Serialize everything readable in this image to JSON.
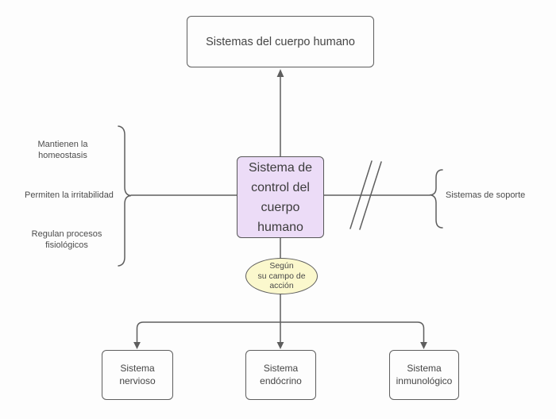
{
  "diagram": {
    "title": "Sistemas del cuerpo humano",
    "colors": {
      "background": "#fdfdfd",
      "line_gray": "#5e5e5e",
      "box_border": "#5e5e5e",
      "text_gray": "#4c4c4c",
      "control_box_fill": "#ecdcf7",
      "scope_ellipse_fill": "#fbf8cd"
    },
    "nodes": {
      "top_box": {
        "label": "Sistemas del cuerpo humano"
      },
      "center_box": {
        "label": "Sistema de\ncontrol del\ncuerpo\nhumano"
      },
      "scope_ellipse": {
        "label": "Según\nsu campo de\nacción"
      },
      "support_label": {
        "label": "Sistemas de soporte"
      },
      "functions": [
        {
          "label": "Mantienen la\nhomeostasis"
        },
        {
          "label": "Permiten la irritabilidad"
        },
        {
          "label": "Regulan procesos\nfisiológicos"
        }
      ],
      "systems": [
        {
          "label": "Sistema\nnervioso"
        },
        {
          "label": "Sistema\nendócrino"
        },
        {
          "label": "Sistema\ninmunológico"
        }
      ]
    }
  }
}
